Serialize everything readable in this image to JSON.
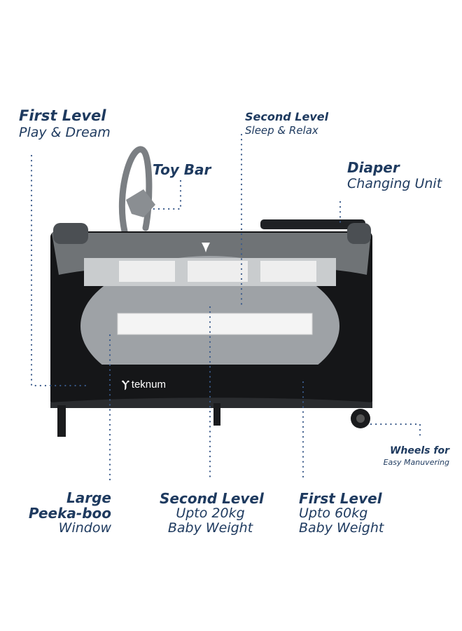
{
  "colors": {
    "label": "#1e3a5f",
    "dots": "#3a5a8a",
    "frame_dark": "#151618",
    "frame_grey": "#6f7376",
    "mesh": "#9ea2a6"
  },
  "product": {
    "brand_mark": "teknum"
  },
  "labels": {
    "first_level_top": {
      "title": "First Level",
      "subtitle": "Play & Dream"
    },
    "second_level_top": {
      "title": "Second Level",
      "subtitle": "Sleep & Relax"
    },
    "toy_bar": {
      "title": "Toy Bar"
    },
    "diaper": {
      "title": "Diaper",
      "subtitle": "Changing Unit"
    },
    "wheels": {
      "title": "Wheels for",
      "subtitle": "Easy Manuvering"
    },
    "peekaboo": {
      "line1": "Large",
      "line2": "Peeka-boo",
      "line3": "Window"
    },
    "second_level_bottom": {
      "title": "Second Level",
      "line2": "Upto 20kg",
      "line3": "Baby Weight"
    },
    "first_level_bottom": {
      "title": "First Level",
      "line2": "Upto 60kg",
      "line3": "Baby Weight"
    }
  }
}
